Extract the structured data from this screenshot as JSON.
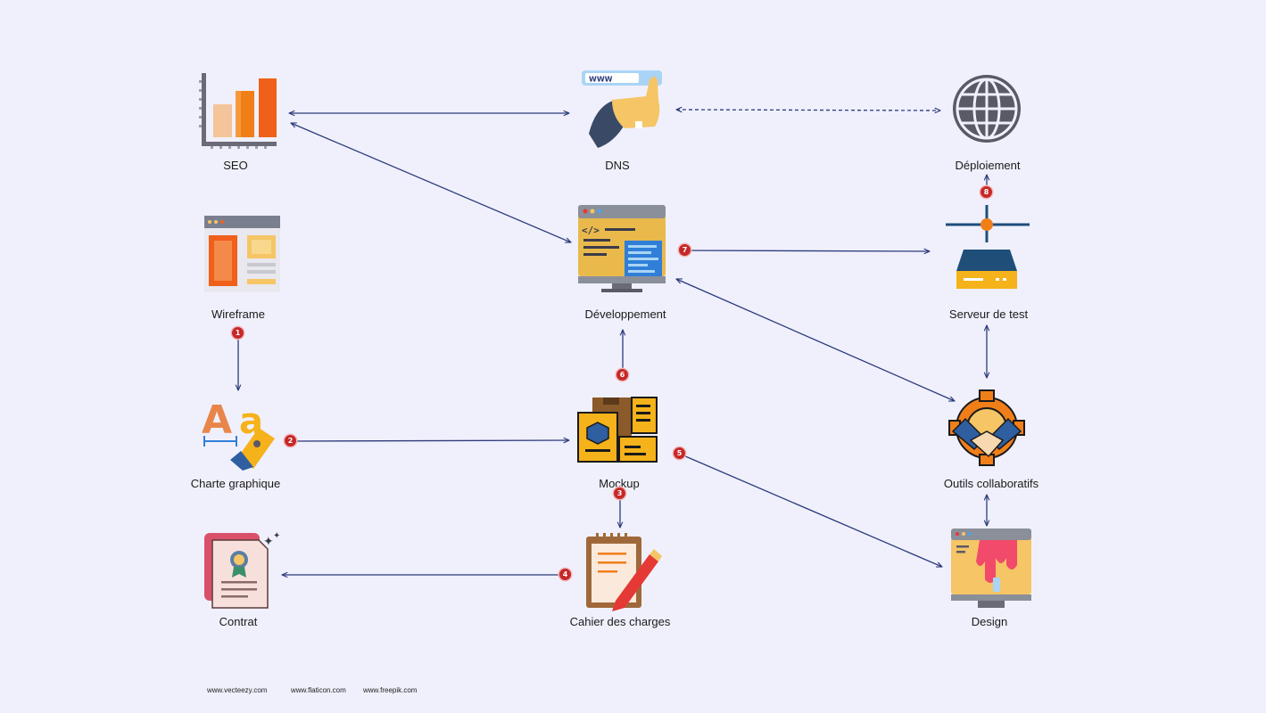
{
  "nodes": {
    "seo": "SEO",
    "dns": "DNS",
    "deploiement": "Déploiement",
    "wireframe": "Wireframe",
    "developpement": "Développement",
    "serveur_test": "Serveur de test",
    "charte": "Charte graphique",
    "mockup": "Mockup",
    "outils": "Outils collaboratifs",
    "contrat": "Contrat",
    "cahier": "Cahier des charges",
    "design": "Design"
  },
  "steps": [
    "1",
    "2",
    "3",
    "4",
    "5",
    "6",
    "7",
    "8"
  ],
  "icon_labels": {
    "dns_www": "WWW"
  },
  "credits": [
    "www.vecteezy.com",
    "www.flaticon.com",
    "www.freepik.com"
  ],
  "colors": {
    "background": "#f0f0fd",
    "arrow": "#2b3a7a",
    "badge": "#c62828"
  },
  "icons": {
    "seo": "bar-chart-icon",
    "dns": "www-hand-icon",
    "deploiement": "globe-icon",
    "wireframe": "wireframe-icon",
    "developpement": "code-monitor-icon",
    "serveur_test": "server-icon",
    "charte": "typography-pen-icon",
    "mockup": "mockup-icon",
    "outils": "handshake-gear-icon",
    "contrat": "certificate-icon",
    "cahier": "clipboard-pencil-icon",
    "design": "paint-monitor-icon"
  }
}
